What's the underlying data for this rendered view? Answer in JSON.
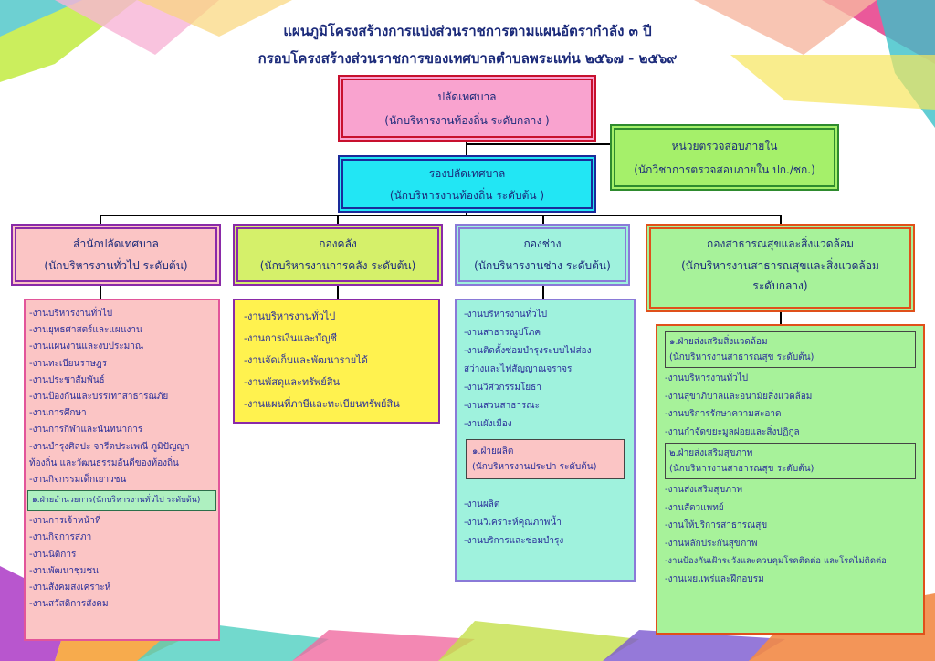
{
  "title": {
    "line1": "แผนภูมิโครงสร้างการแบ่งส่วนราชการตามแผนอัตรากำลัง ๓ ปี",
    "line2": "กรอบโครงสร้างส่วนราชการของเทศบาลตำบลพระแท่น ๒๕๖๗ - ๒๕๖๙"
  },
  "palad": {
    "name": "ปลัดเทศบาล",
    "position": "(นักบริหารงานท้องถิ่น ระดับกลาง )"
  },
  "audit": {
    "name": "หน่วยตรวจสอบภายใน",
    "position": "(นักวิชาการตรวจสอบภายใน ปก./ชก.)"
  },
  "rong": {
    "name": "รองปลัดเทศบาล",
    "position": "(นักบริหารงานท้องถิ่น ระดับต้น )"
  },
  "office": {
    "name": "สำนักปลัดเทศบาล",
    "position": "(นักบริหารงานทั่วไป ระดับต้น)",
    "items_a": [
      "-งานบริหารงานทั่วไป",
      "-งานยุทธศาสตร์และแผนงาน",
      "-งานแผนงานและงบประมาณ",
      "-งานทะเบียนราษฎร",
      "-งานประชาสัมพันธ์",
      "-งานป้องกันและบรรเทาสาธารณภัย",
      "-งานการศึกษา",
      "-งานการกีฬาและนันทนาการ",
      "-งานบำรุงศิลปะ จารีตประเพณี ภูมิปัญญา",
      "ท้องถิ่น และวัฒนธรรมอันดีของท้องถิ่น",
      "-งานกิจกรรมเด็กเยาวชน"
    ],
    "sub": "๑.ฝ่ายอำนวยการ(นักบริหารงานทั่วไป ระดับต้น)",
    "items_b": [
      "-งานการเจ้าหน้าที่",
      "-งานกิจการสภา",
      "-งานนิติการ",
      "-งานพัฒนาชุมชน",
      "-งานสังคมสงเคราะห์",
      "-งานสวัสดิการสังคม"
    ]
  },
  "finance": {
    "name": "กองคลัง",
    "position": "(นักบริหารงานการคลัง ระดับต้น)",
    "items": [
      "-งานบริหารงานทั่วไป",
      "-งานการเงินและบัญชี",
      "-งานจัดเก็บและพัฒนารายได้",
      "-งานพัสดุและทรัพย์สิน",
      "-งานแผนที่ภาษีและทะเบียนทรัพย์สิน"
    ]
  },
  "works": {
    "name": "กองช่าง",
    "position": "(นักบริหารงานช่าง ระดับต้น)",
    "items_a": [
      "-งานบริหารงานทั่วไป",
      "-งานสาธารณูปโภค",
      "-งานติดตั้งซ่อมบำรุงระบบไฟส่อง",
      "สว่างและไฟสัญญาณจราจร",
      "-งานวิศวกรรมโยธา",
      "-งานสวนสาธารณะ",
      "-งานผังเมือง"
    ],
    "sub_name": "๑.ฝ่ายผลิต",
    "sub_position": "(นักบริหารงานประปา ระดับต้น)",
    "items_b": [
      "-งานผลิต",
      "-งานวิเคราะห์คุณภาพน้ำ",
      "-งานบริการและซ่อมบำรุง"
    ]
  },
  "health": {
    "name": "กองสาธารณสุขและสิ่งแวดล้อม",
    "position1": "(นักบริหารงานสาธารณสุขและสิ่งแวดล้อม",
    "position2": "ระดับกลาง)",
    "sub1_name": "๑.ฝ่ายส่งเสริมสิ่งแวดล้อม",
    "sub1_position": "(นักบริหารงานสาธารณสุข ระดับต้น)",
    "items_a": [
      "-งานบริหารงานทั่วไป",
      "-งานสุขาภิบาลและอนามัยสิ่งแวดล้อม",
      "-งานบริการรักษาความสะอาด",
      "-งานกำจัดขยะมูลฝอยและสิ่งปฏิกูล"
    ],
    "sub2_name": "๒.ฝ่ายส่งเสริมสุขภาพ",
    "sub2_position": "(นักบริหารงานสาธารณสุข ระดับต้น)",
    "items_b": [
      "-งานส่งเสริมสุขภาพ",
      "-งานสัตวแพทย์",
      "-งานให้บริการสาธารณสุข",
      "-งานหลักประกันสุขภาพ",
      "-งานป้องกันเฝ้าระวังและควบคุมโรคติดต่อ และโรคไม่ติดต่อ",
      "-งานเผยแพร่และฝึกอบรม"
    ]
  },
  "colors": {
    "palad": "#f9a3cf",
    "audit": "#a5f06a",
    "rong": "#22e6f4",
    "office": "#fbc5c5",
    "finance": "#d5f06a",
    "works": "#9ff2dd",
    "health": "#a7f29a",
    "finance_list": "#fff24f"
  }
}
